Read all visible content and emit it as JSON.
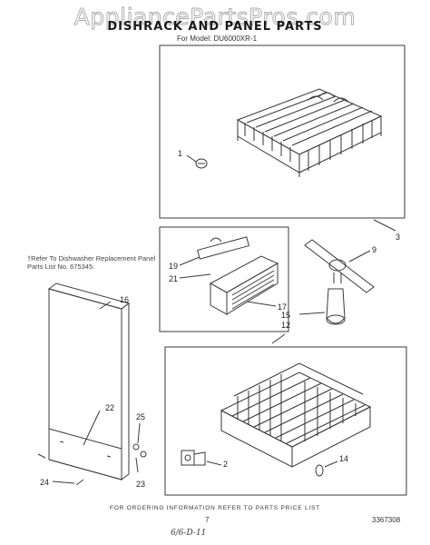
{
  "watermark": "AppliancePartsPros.com",
  "title": "DISHRACK AND PANEL PARTS",
  "subtitle": "For Model: DU6000XR-1",
  "reference_note": "†Refer To Dishwasher Replacement Panel Parts List No. 675345.",
  "footer": "FOR ORDERING INFORMATION REFER TO PARTS PRICE LIST",
  "page_number": "7",
  "document_number": "3367308",
  "handwritten_note": "6/6-D-11",
  "part_labels": {
    "p1": "1",
    "p2": "2",
    "p3": "3",
    "p9": "9",
    "p12": "12",
    "p14": "14",
    "p15": "15",
    "p16": "16",
    "p17": "17",
    "p19": "19",
    "p21": "21",
    "p22": "22",
    "p23": "23",
    "p24": "24",
    "p25": "25"
  }
}
